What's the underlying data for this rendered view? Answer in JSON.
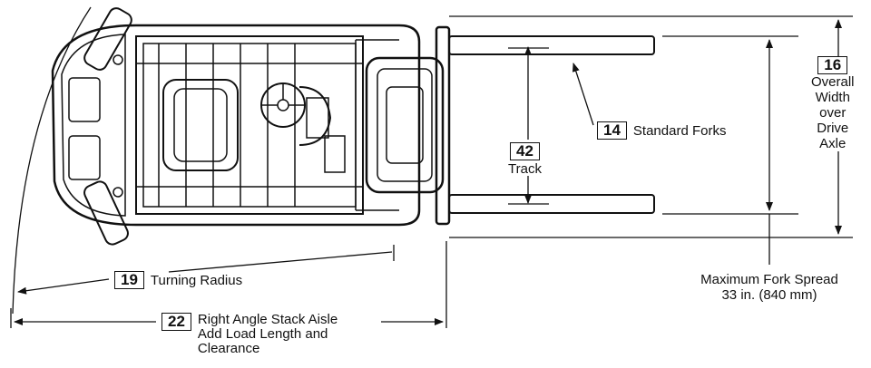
{
  "diagram": {
    "callouts": {
      "track": {
        "number": "42",
        "text": "Track"
      },
      "standard_forks": {
        "number": "14",
        "text": "Standard Forks"
      },
      "overall_width": {
        "number": "16",
        "lines": [
          "Overall",
          "Width",
          "over",
          "Drive",
          "Axle"
        ]
      },
      "turning_radius": {
        "number": "19",
        "text": "Turning Radius"
      },
      "stack_aisle": {
        "number": "22",
        "lines": [
          "Right Angle Stack Aisle",
          "Add Load Length and",
          "Clearance"
        ]
      }
    },
    "max_fork_spread": {
      "lines": [
        "Maximum Fork Spread",
        "33 in. (840 mm)"
      ]
    }
  }
}
